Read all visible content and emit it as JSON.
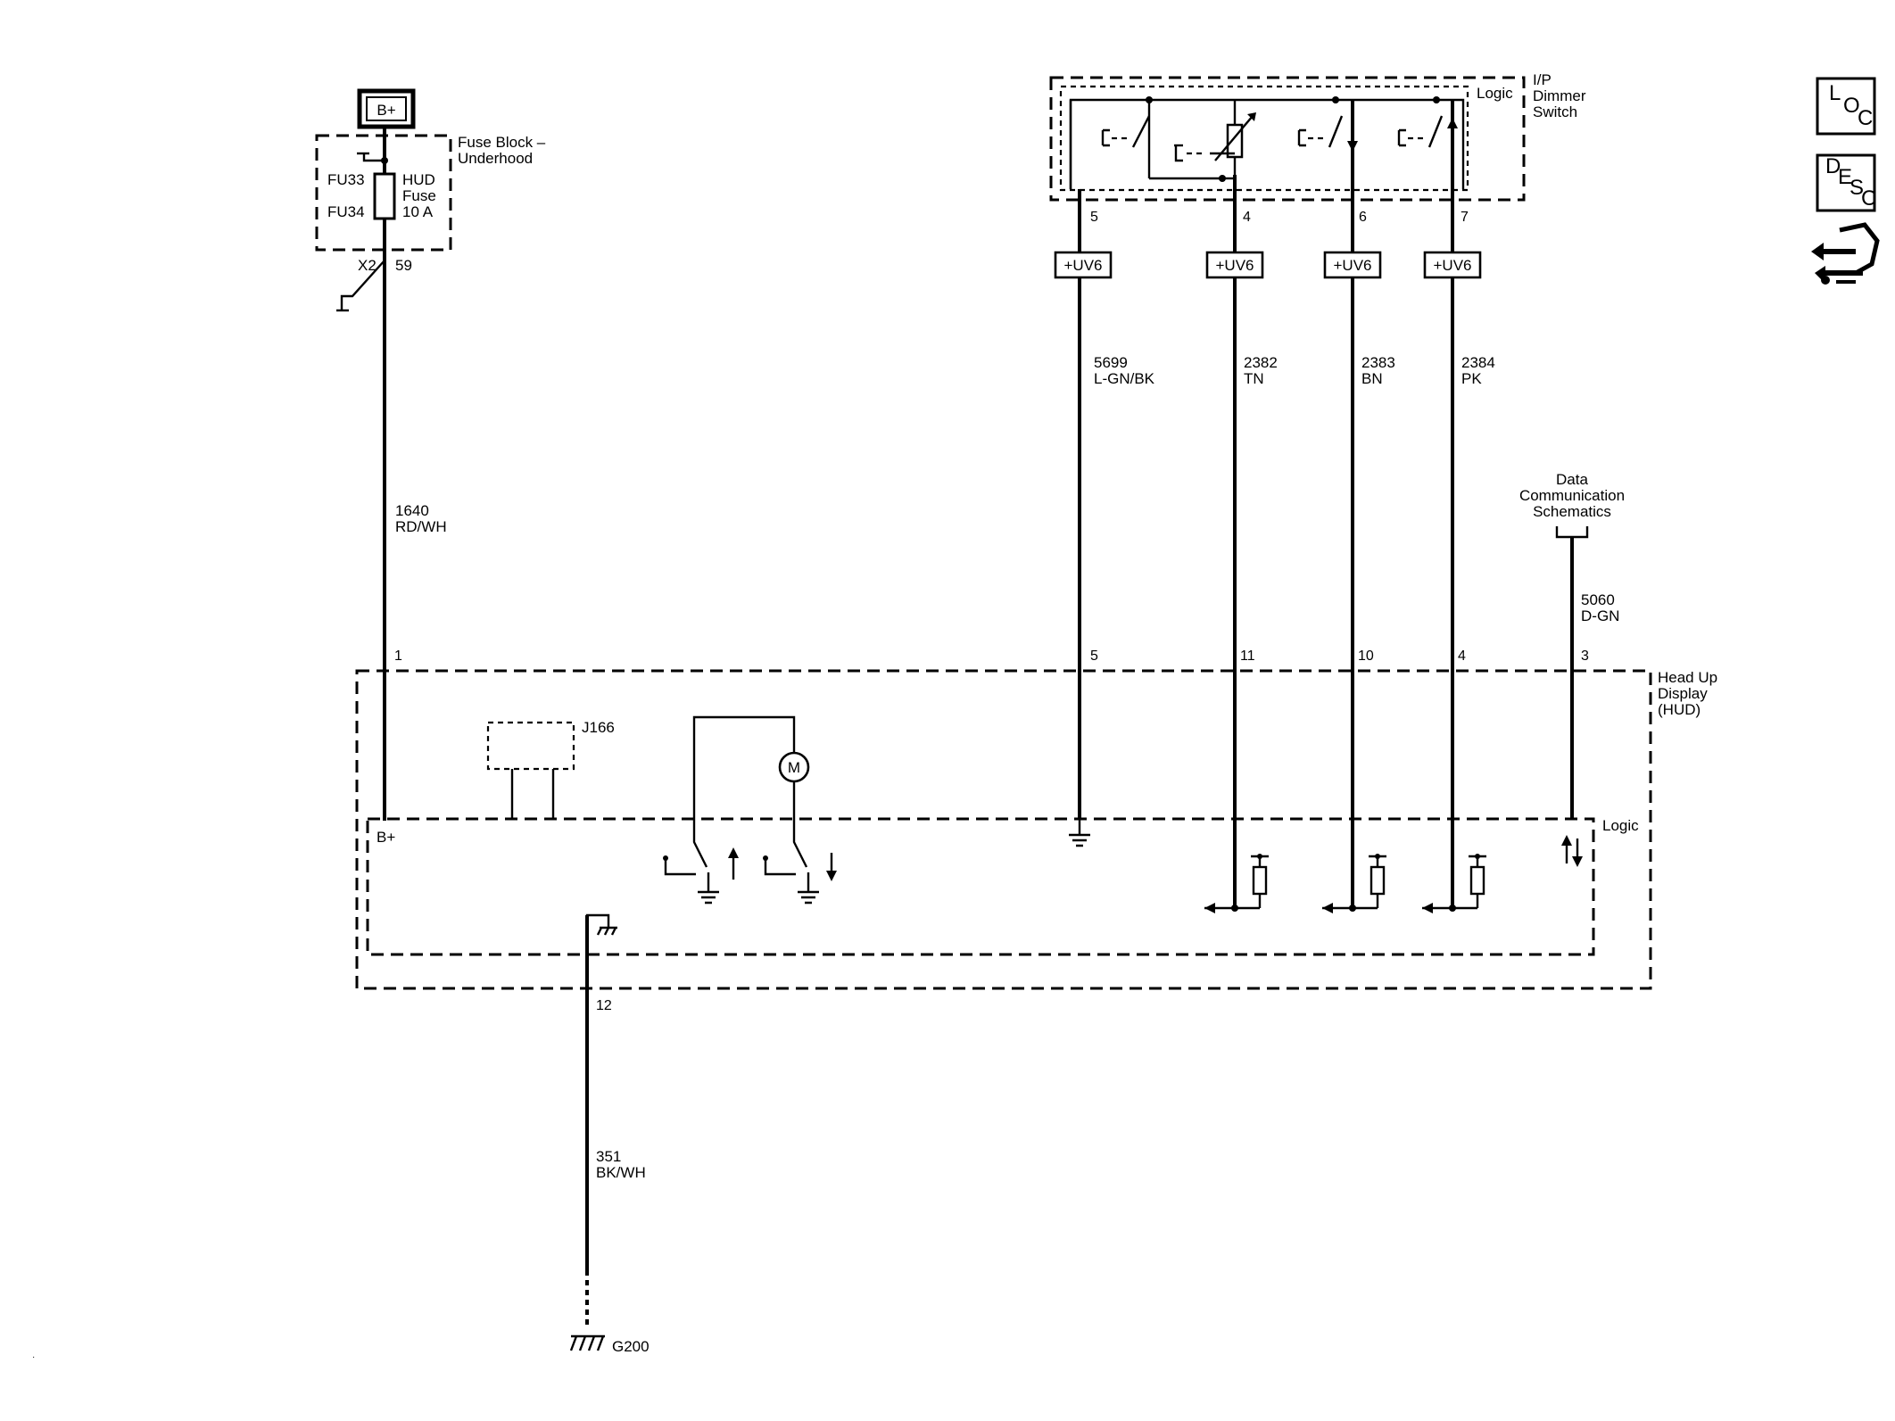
{
  "power": {
    "label": "B+"
  },
  "fuse_block": {
    "name": "Fuse Block –\nUnderhood",
    "fuse_left_top": "FU33",
    "fuse_left_bottom": "FU34",
    "fuse_name": "HUD\nFuse\n10 A",
    "connector": "X2",
    "pin": "59"
  },
  "hud_feed_wire": {
    "circuit": "1640",
    "color": "RD/WH",
    "pin": "1"
  },
  "dimmer_switch": {
    "name": "I/P\nDimmer\nSwitch",
    "logic": "Logic",
    "pins": [
      "5",
      "4",
      "6",
      "7"
    ],
    "connector_label": "+UV6"
  },
  "signal_wires": [
    {
      "circuit": "5699",
      "color": "L-GN/BK",
      "hud_pin": "5"
    },
    {
      "circuit": "2382",
      "color": "TN",
      "hud_pin": "11"
    },
    {
      "circuit": "2383",
      "color": "BN",
      "hud_pin": "10"
    },
    {
      "circuit": "2384",
      "color": "PK",
      "hud_pin": "4"
    }
  ],
  "data_comm": {
    "label": "Data\nCommunication\nSchematics",
    "circuit": "5060",
    "color": "D-GN",
    "hud_pin": "3"
  },
  "hud": {
    "name": "Head Up\nDisplay\n(HUD)",
    "logic": "Logic",
    "bplus": "B+",
    "connector": "J166",
    "motor": "M"
  },
  "ground": {
    "hud_pin": "12",
    "circuit": "351",
    "color": "BK/WH",
    "name": "G200"
  },
  "nav_icons": {
    "loc": [
      "L",
      "O",
      "C"
    ],
    "desc": [
      "D",
      "E",
      "S",
      "C"
    ]
  }
}
